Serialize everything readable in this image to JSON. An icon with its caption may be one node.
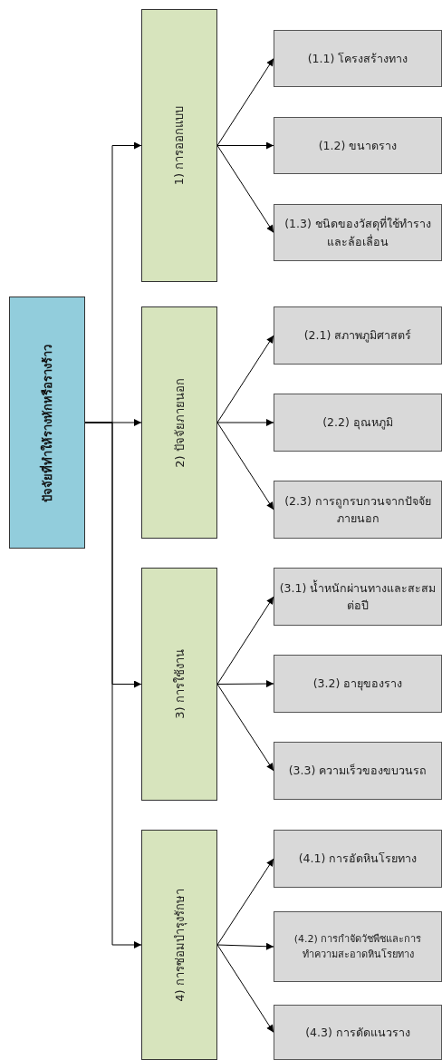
{
  "diagram": {
    "nodes": [
      {
        "text": [
          "ปัจจัยที่ทำให้รางหักหรือรางร้าว"
        ]
      },
      {
        "text": [
          "1) การออกแบบ"
        ]
      },
      {
        "text": [
          "(1.1) โครงสร้างทาง"
        ]
      },
      {
        "text": [
          "(1.2) ขนาดราง"
        ]
      },
      {
        "text": [
          "(1.3) ชนิดของวัสดุที่ใช้ทำรางและล้อเลื่อน"
        ]
      },
      {
        "text": [
          "2) ปัจจัยภายนอก"
        ]
      },
      {
        "text": [
          "(2.1) สภาพภูมิศาสตร์"
        ]
      },
      {
        "text": [
          "(2.2) อุณหภูมิ"
        ]
      },
      {
        "text": [
          "(2.3) การถูกรบกวนจากปัจจัยภายนอก"
        ]
      },
      {
        "text": [
          "3) การใช้งาน"
        ]
      },
      {
        "text": [
          "(3.1) น้ำหนักผ่านทางและสะสมต่อปี"
        ]
      },
      {
        "text": [
          "(3.2) อายุของราง"
        ]
      },
      {
        "text": [
          "(3.3) ความเร็วของขบวนรถ"
        ]
      },
      {
        "text": [
          "4) การซ่อมบำรุงรักษา"
        ]
      },
      {
        "text": [
          "(4.1) การอัดหินโรยทาง"
        ]
      },
      {
        "text": [
          "(4.2) การกำจัดวัชพืชและการทำความสะอาดหินโรยทาง"
        ]
      },
      {
        "text": [
          "(4.3) การดัดแนวราง"
        ]
      }
    ],
    "edges": [
      {
        "from": 0,
        "to": 1,
        "arrow": "to"
      },
      {
        "from": 0,
        "to": 5,
        "arrow": "to"
      },
      {
        "from": 0,
        "to": 9,
        "arrow": "to"
      },
      {
        "from": 0,
        "to": 13,
        "arrow": "to"
      },
      {
        "from": 1,
        "to": 2,
        "arrow": "to"
      },
      {
        "from": 1,
        "to": 3,
        "arrow": "to"
      },
      {
        "from": 1,
        "to": 4,
        "arrow": "to"
      },
      {
        "from": 5,
        "to": 6,
        "arrow": "to"
      },
      {
        "from": 5,
        "to": 7,
        "arrow": "to"
      },
      {
        "from": 5,
        "to": 8,
        "arrow": "to"
      },
      {
        "from": 9,
        "to": 10,
        "arrow": "to"
      },
      {
        "from": 9,
        "to": 11,
        "arrow": "to"
      },
      {
        "from": 9,
        "to": 12,
        "arrow": "to"
      },
      {
        "from": 13,
        "to": 14,
        "arrow": "to"
      },
      {
        "from": 13,
        "to": 15,
        "arrow": "to"
      },
      {
        "from": 13,
        "to": 16,
        "arrow": "to"
      }
    ]
  }
}
